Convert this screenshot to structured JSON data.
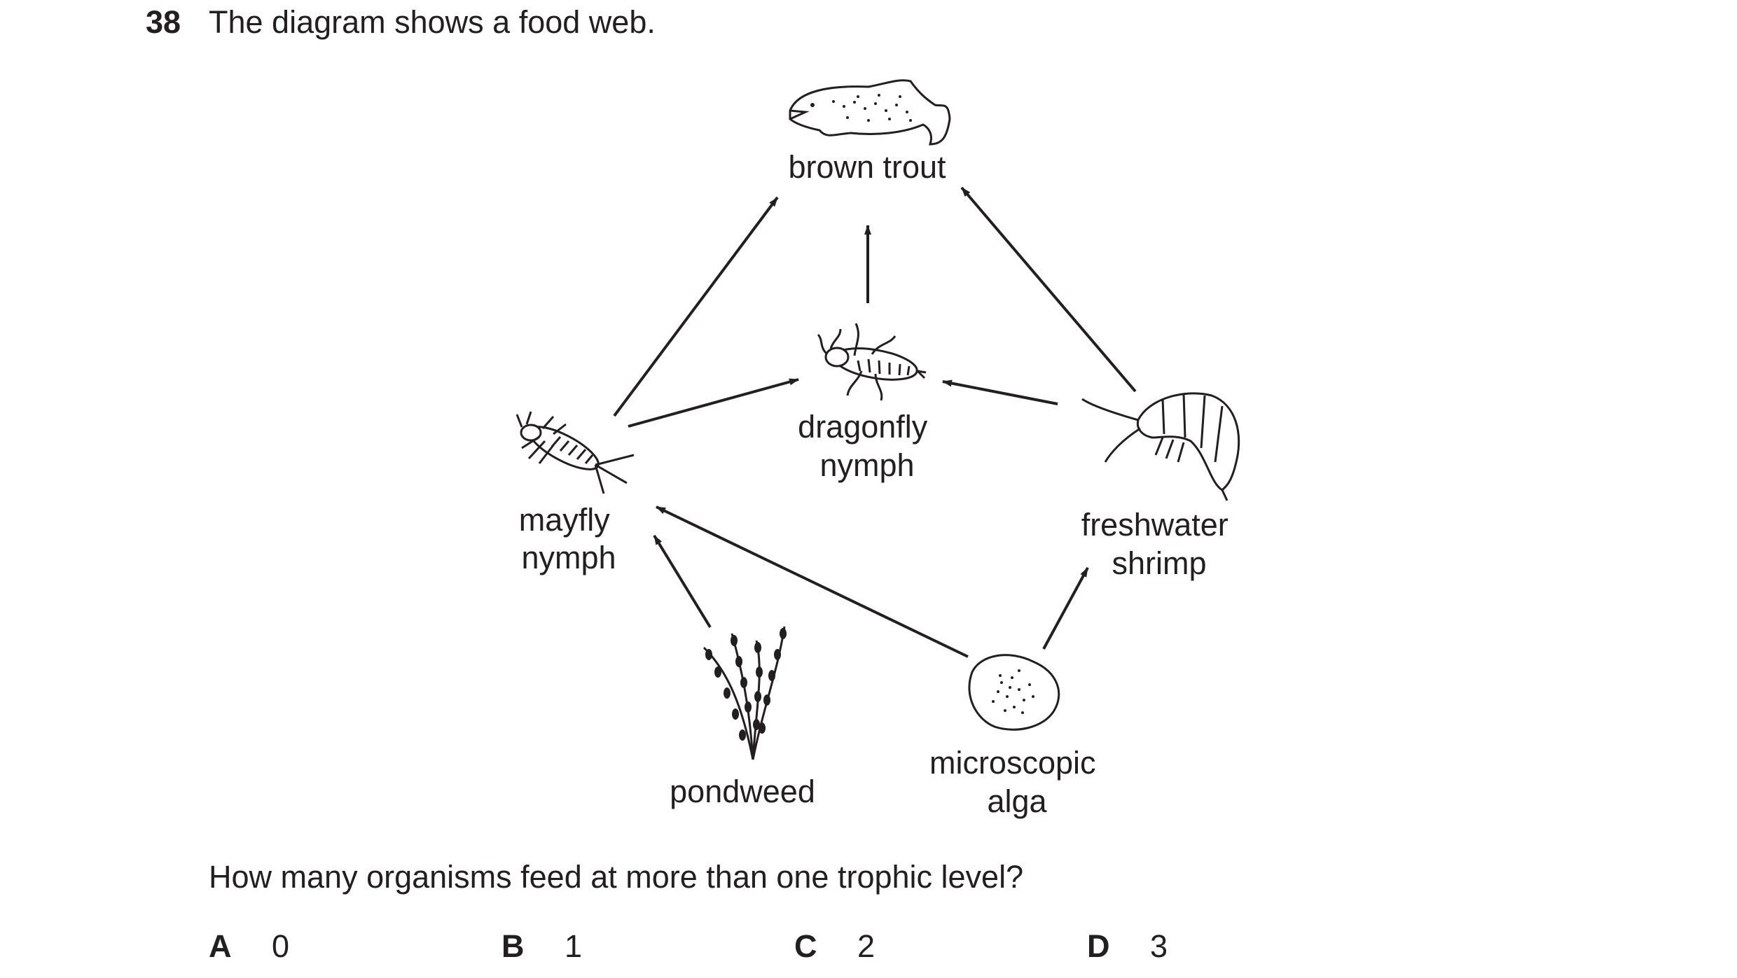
{
  "question": {
    "number": "38",
    "intro": "The diagram shows a food web.",
    "prompt": "How many organisms feed at more than one trophic level?"
  },
  "organisms": {
    "brown_trout": [
      "brown trout"
    ],
    "dragonfly_nymph": [
      "dragonfly",
      "nymph"
    ],
    "mayfly_nymph": [
      "mayfly",
      "nymph"
    ],
    "freshwater_shrimp": [
      "freshwater",
      "shrimp"
    ],
    "pondweed": [
      "pondweed"
    ],
    "microscopic_alga": [
      "microscopic",
      "alga"
    ]
  },
  "food_web_links": [
    {
      "from": "mayfly nymph",
      "to": "brown trout"
    },
    {
      "from": "dragonfly nymph",
      "to": "brown trout"
    },
    {
      "from": "freshwater shrimp",
      "to": "brown trout"
    },
    {
      "from": "mayfly nymph",
      "to": "dragonfly nymph"
    },
    {
      "from": "freshwater shrimp",
      "to": "dragonfly nymph"
    },
    {
      "from": "pondweed",
      "to": "mayfly nymph"
    },
    {
      "from": "microscopic alga",
      "to": "mayfly nymph"
    },
    {
      "from": "microscopic alga",
      "to": "freshwater shrimp"
    }
  ],
  "options": [
    {
      "letter": "A",
      "value": "0"
    },
    {
      "letter": "B",
      "value": "1"
    },
    {
      "letter": "C",
      "value": "2"
    },
    {
      "letter": "D",
      "value": "3"
    }
  ],
  "colors": {
    "ink": "#231f20"
  }
}
